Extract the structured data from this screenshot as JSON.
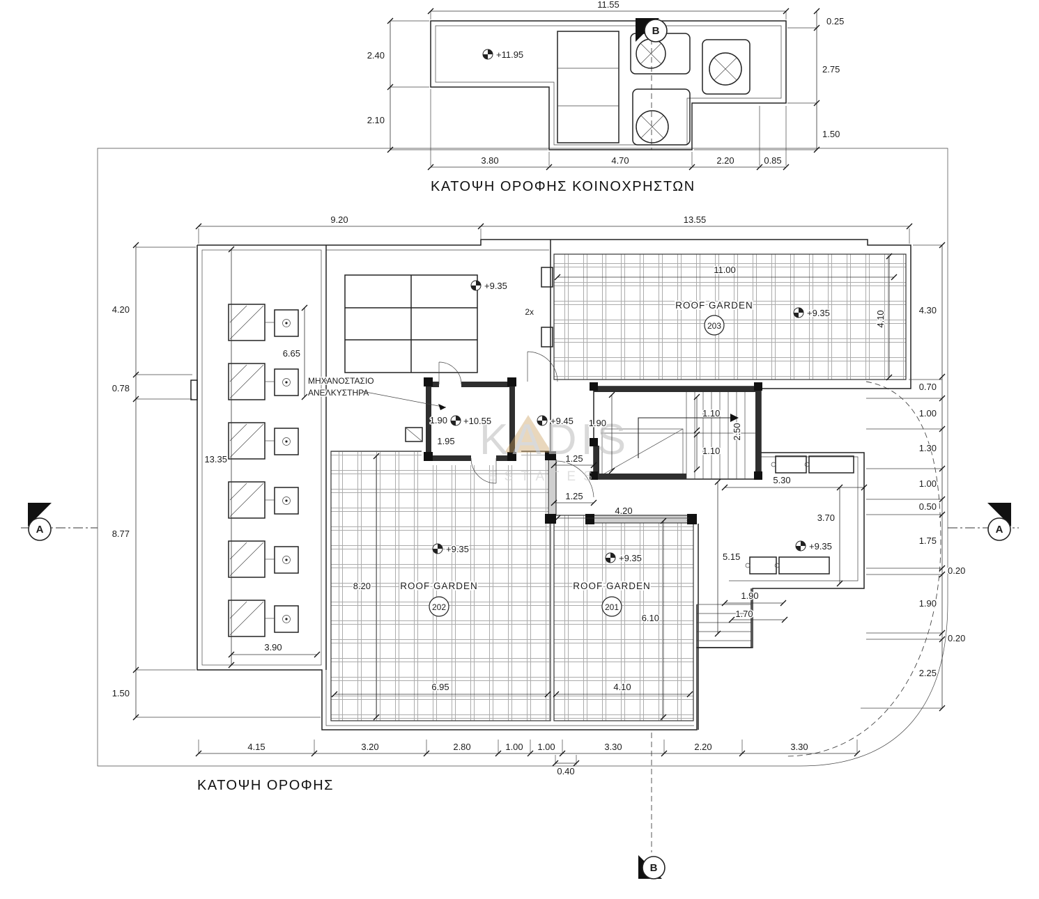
{
  "titles": {
    "upper_plan": "ΚΑΤΟΨΗ ΟΡΟΦΗΣ ΚΟΙΝΟΧΡΗΣΤΩΝ",
    "main_plan": "ΚΑΤΟΨΗ ΟΡΟΦΗΣ"
  },
  "watermark": {
    "name": "KADIS",
    "sub": "ESTATES"
  },
  "sections": {
    "a": "A",
    "b": "B"
  },
  "levels": {
    "upper": "+11.95",
    "skylight": "+9.35",
    "rg203": "+9.35",
    "machine": "+10.55",
    "landing": "+9.45",
    "rg202": "+9.35",
    "rg201": "+9.35",
    "terrace": "+9.35"
  },
  "rooms": {
    "rg203": {
      "name": "ROOF GARDEN",
      "num": "203"
    },
    "rg202": {
      "name": "ROOF GARDEN",
      "num": "202"
    },
    "rg201": {
      "name": "ROOF GARDEN",
      "num": "201"
    },
    "machine1": "ΜΗΧΑΝΟΣΤΑΣΙΟ",
    "machine2": "ΑΝΕΛΚΥΣΤΗΡΑ",
    "vents": "2x"
  },
  "dims": {
    "u_top": "11.55",
    "u_tr": "0.25",
    "u_l1": "2.40",
    "u_l2": "2.10",
    "u_r1": "2.75",
    "u_r2": "1.50",
    "u_b1": "3.80",
    "u_b2": "4.70",
    "u_b3": "2.20",
    "u_b4": "0.85",
    "m_top1": "9.20",
    "m_top2": "13.55",
    "m_l1": "4.20",
    "m_l2": "0.78",
    "m_l3": "8.77",
    "m_l4": "1.50",
    "m_r1": "4.30",
    "m_r2": "0.70",
    "m_r3": "1.00",
    "m_r4": "1.30",
    "m_r5": "1.00",
    "m_r6": "0.50",
    "m_r7": "1.75",
    "m_r8": "0.20",
    "m_r9": "1.90",
    "m_r10": "0.20",
    "m_r11": "2.25",
    "m_b1": "4.15",
    "m_b2": "3.20",
    "m_b3": "2.80",
    "m_b4": "1.00",
    "m_b5": "1.00",
    "m_b6": "3.30",
    "m_b7": "2.20",
    "m_b8": "3.30",
    "m_b9": "0.40",
    "rg203_w": "11.00",
    "rg203_h": "4.10",
    "panels": "6.65",
    "wing": "13.35",
    "panels_w": "3.90",
    "mach_w": "1.90",
    "mach_w2": "1.95",
    "stair_w": "1.90",
    "flight1": "1.10",
    "stair_d": "2.50",
    "flight2": "1.10",
    "gap1": "1.25",
    "gap2": "1.25",
    "court": "4.20",
    "bench_w": "5.30",
    "bench_d": "3.70",
    "terr_h": "5.15",
    "terr_w": "1.90",
    "terr_s": "1.70",
    "rg202_h": "8.20",
    "rg202_w": "6.95",
    "rg201_h": "6.10",
    "rg201_w": "4.10"
  }
}
